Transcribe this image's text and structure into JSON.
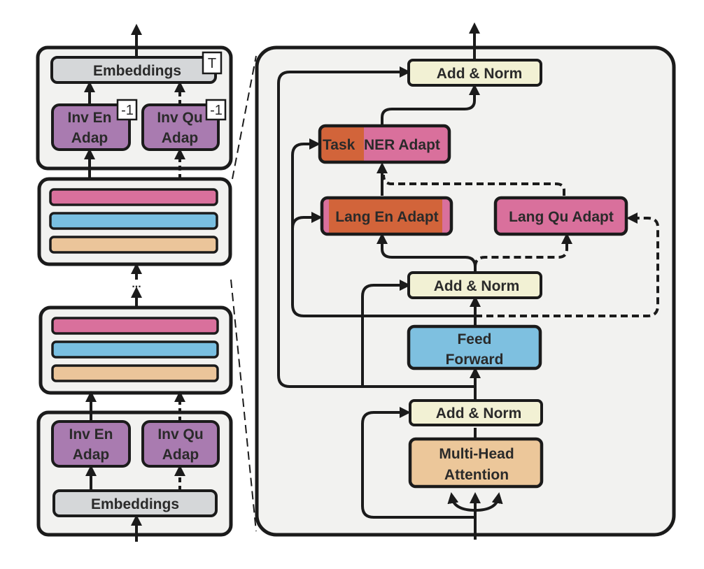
{
  "left_stack": {
    "top_block": {
      "embeddings_label": "Embeddings",
      "transpose_symbol": "T",
      "inverse_symbol": "-1",
      "inv_en_line1": "Inv En",
      "inv_en_line2": "Adap",
      "inv_qu_line1": "Inv Qu",
      "inv_qu_line2": "Adap"
    },
    "ellipsis": "...",
    "bottom_block": {
      "embeddings_label": "Embeddings",
      "inv_en_line1": "Inv En",
      "inv_en_line2": "Adap",
      "inv_qu_line1": "Inv Qu",
      "inv_qu_line2": "Adap"
    }
  },
  "layer_detail": {
    "add_norm_top": "Add & Norm",
    "task_adapter_part1": "Task",
    "task_adapter_part2": "NER Adapt",
    "lang_en_adapter": "Lang En Adapt",
    "lang_qu_adapter": "Lang Qu Adapt",
    "add_norm_middle": "Add & Norm",
    "feed_forward_line1": "Feed",
    "feed_forward_line2": "Forward",
    "add_norm_bottom": "Add & Norm",
    "attention_line1": "Multi-Head",
    "attention_line2": "Attention"
  },
  "colors": {
    "panel_fill": "#f2f2f0",
    "stroke": "#1b1b1b",
    "embeddings": "#d5d7d9",
    "inverse_adapter": "#a97bb0",
    "pink_adapter": "#d9709c",
    "task_orange": "#d2643a",
    "add_norm": "#f2f1d4",
    "feed_forward": "#7ec0e0",
    "attention": "#ecc79a",
    "layer_band_blue": "#79bfe1",
    "layer_band_tan": "#ebc59a"
  }
}
